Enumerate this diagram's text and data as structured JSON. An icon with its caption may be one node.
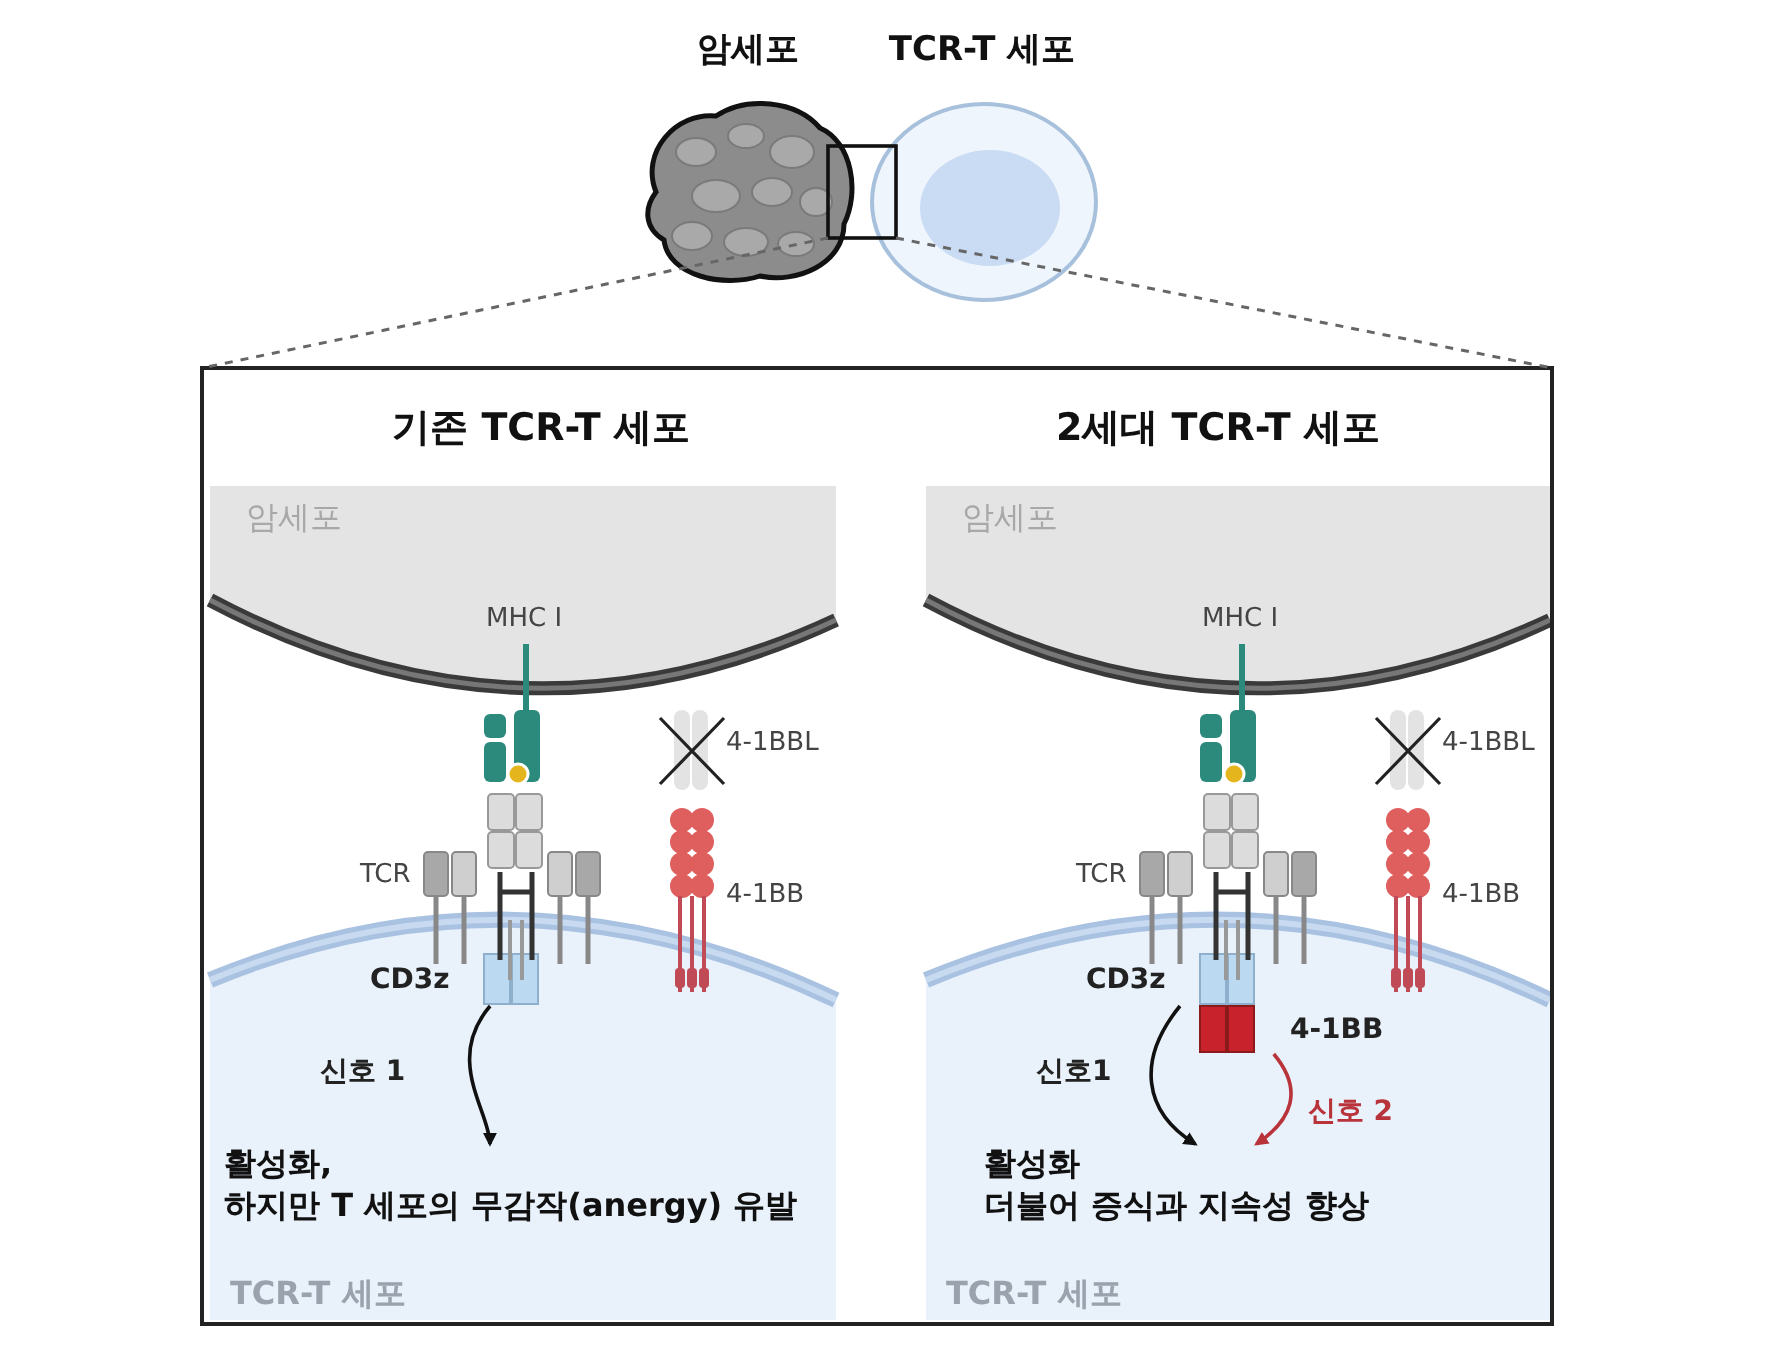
{
  "diagram": {
    "nodes": [
      {
        "text": [
          "암세포"
        ]
      },
      {
        "text": [
          "TCR-T 세포"
        ]
      },
      {
        "text": [
          "기존 TCR-T 세포"
        ]
      },
      {
        "text": [
          "암세포"
        ],
        "in": 2
      },
      {
        "text": [
          "TCR-T 세포"
        ],
        "in": 2
      },
      {
        "text": [
          "활성화, 하지만 T 세포의 무감작(anergy) 유발"
        ],
        "in": 4
      },
      {
        "text": [
          "CD3z"
        ],
        "in": 4
      },
      {
        "text": [
          "2세대 TCR-T 세포"
        ]
      },
      {
        "text": [
          "암세포"
        ],
        "in": 7
      },
      {
        "text": [
          "TCR-T 세포"
        ],
        "in": 7
      },
      {
        "text": [
          "활성화 더불어 증식과 지속성 향상"
        ],
        "in": 9
      },
      {
        "text": [
          "CD3z"
        ],
        "in": 9
      },
      {
        "text": [
          "4-1BB"
        ],
        "in": 9
      }
    ],
    "edges": [
      {
        "from": 6,
        "to": 5,
        "arrow": "to",
        "label": "신호 1"
      },
      {
        "from": 11,
        "to": 10,
        "arrow": "to",
        "label": "신호1"
      },
      {
        "from": 12,
        "to": 10,
        "arrow": "to",
        "label": "신호 2",
        "color": "#b8333a"
      }
    ],
    "labels": [
      "MHC I",
      "4-1BBL",
      "TCR",
      "4-1BB",
      "MHC I",
      "4-1BBL",
      "TCR",
      "4-1BB"
    ]
  }
}
